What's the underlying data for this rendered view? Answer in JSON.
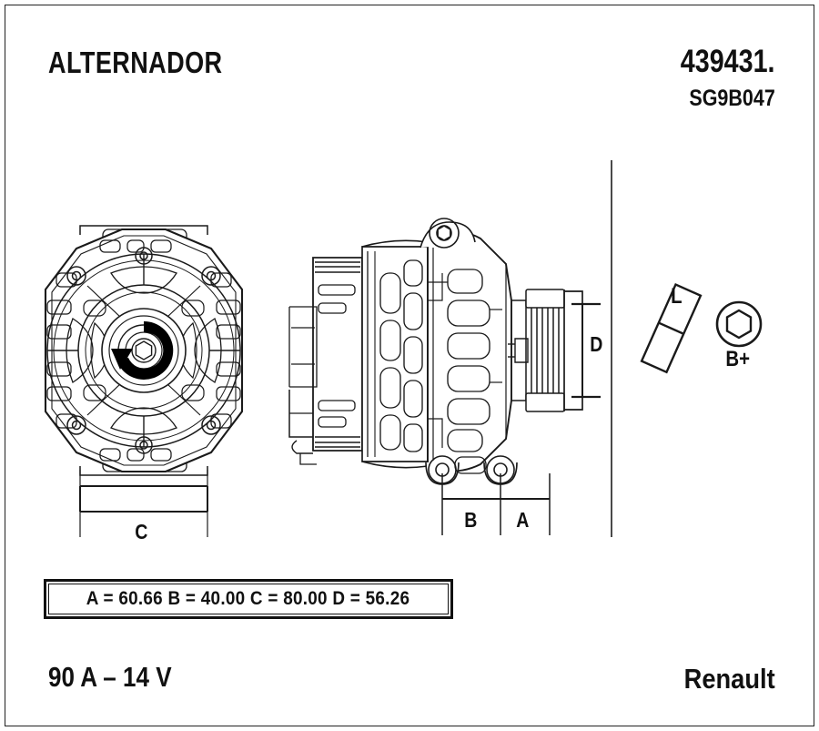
{
  "sheet": {
    "title": "ALTERNADOR",
    "part_number": "439431.",
    "sub_code": "SG9B047",
    "rating": "90 A – 14 V",
    "brand": "Renault"
  },
  "dimensions": {
    "text": "A = 60.66   B = 40.00   C = 80.00   D = 56.26",
    "items": [
      {
        "key": "A",
        "value": "60.66"
      },
      {
        "key": "B",
        "value": "40.00"
      },
      {
        "key": "C",
        "value": "80.00"
      },
      {
        "key": "D",
        "value": "56.26"
      }
    ]
  },
  "callouts": {
    "front_view_dim": "C",
    "side_view_dim_left": "B",
    "side_view_dim_right": "A",
    "pulley_dim": "D",
    "terminal_l": "L",
    "terminal_bplus": "B+"
  },
  "views": {
    "front": "alternator-front-view",
    "side": "alternator-side-view",
    "detail_l": "l-terminal-detail",
    "detail_bplus": "bplus-terminal-detail"
  },
  "colors": {
    "line": "#1a1a1a",
    "fill": "#ffffff",
    "arrow": "#000000"
  }
}
